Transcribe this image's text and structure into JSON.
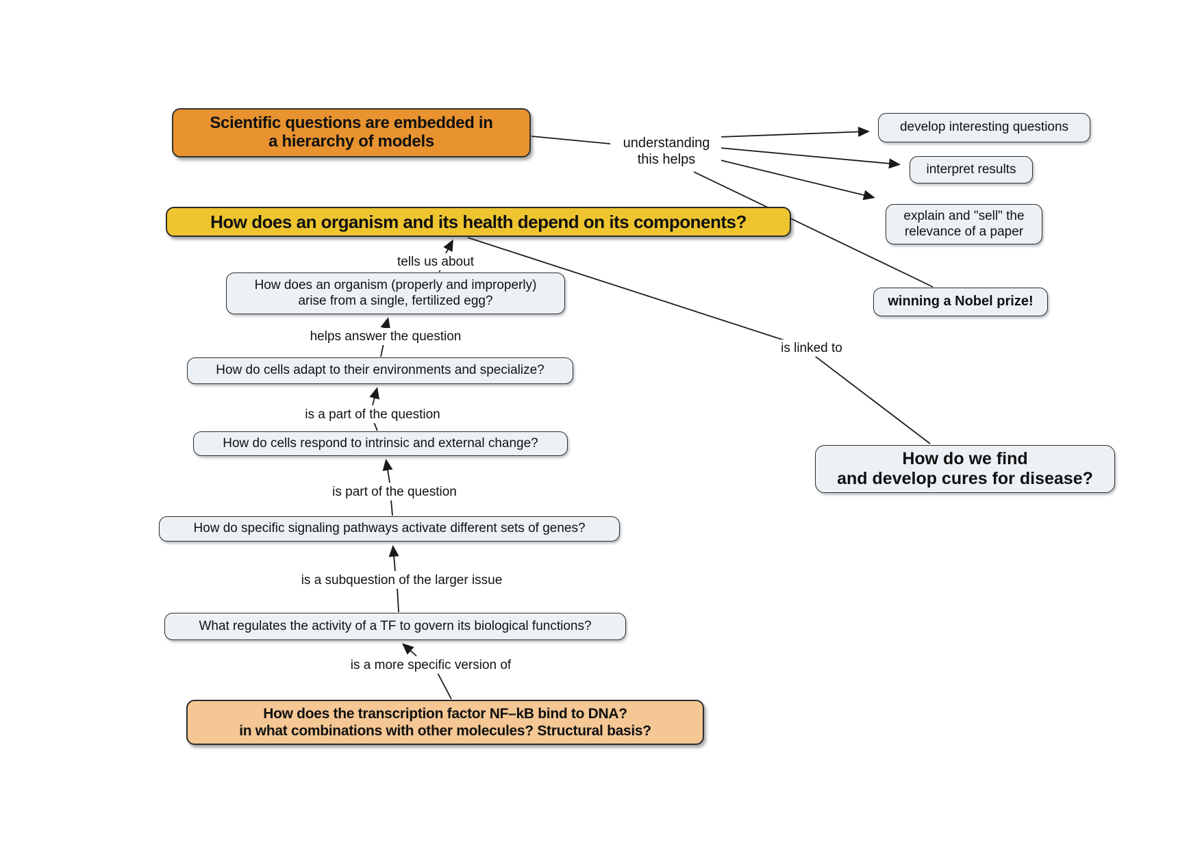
{
  "diagram": {
    "nodes": {
      "root": {
        "text": "Scientific questions are embedded in\na hierarchy of models"
      },
      "organism_health": {
        "text": "How does an organism and its health depend on its components?"
      },
      "egg": {
        "text": "How does an organism (properly and improperly)\narise from a single, fertilized egg?"
      },
      "adapt": {
        "text": "How do cells adapt to their environments and specialize?"
      },
      "respond": {
        "text": "How do cells respond to intrinsic and external change?"
      },
      "pathways": {
        "text": "How do specific signaling pathways activate different sets of genes?"
      },
      "tf": {
        "text": "What regulates the activity of a TF to govern its biological functions?"
      },
      "nfkb": {
        "text": "How does the transcription factor NF–kB bind to DNA?\nin what combinations with other molecules? Structural basis?"
      },
      "develop": {
        "text": "develop interesting questions"
      },
      "interpret": {
        "text": "interpret results"
      },
      "explain": {
        "text": "explain and \"sell\" the\nrelevance of a paper"
      },
      "nobel": {
        "text": "winning a Nobel prize!"
      },
      "cures": {
        "text": "How do we find\nand develop cures for disease?"
      }
    },
    "edge_labels": {
      "understanding": "understanding\nthis helps",
      "tells_us_about": "tells us about",
      "helps_answer": "helps answer the question",
      "is_a_part": "is a part of the question",
      "is_part": "is part of the question",
      "subquestion": "is a subquestion of the larger issue",
      "more_specific": "is a more specific version of",
      "is_linked_to": "is linked to"
    },
    "colors": {
      "root_fill": "#E8932F",
      "highlight_fill": "#EEC52F",
      "specific_fill": "#F4C794",
      "node_fill": "#ECF1F5",
      "edge_stroke": "#1a1a1a"
    }
  }
}
